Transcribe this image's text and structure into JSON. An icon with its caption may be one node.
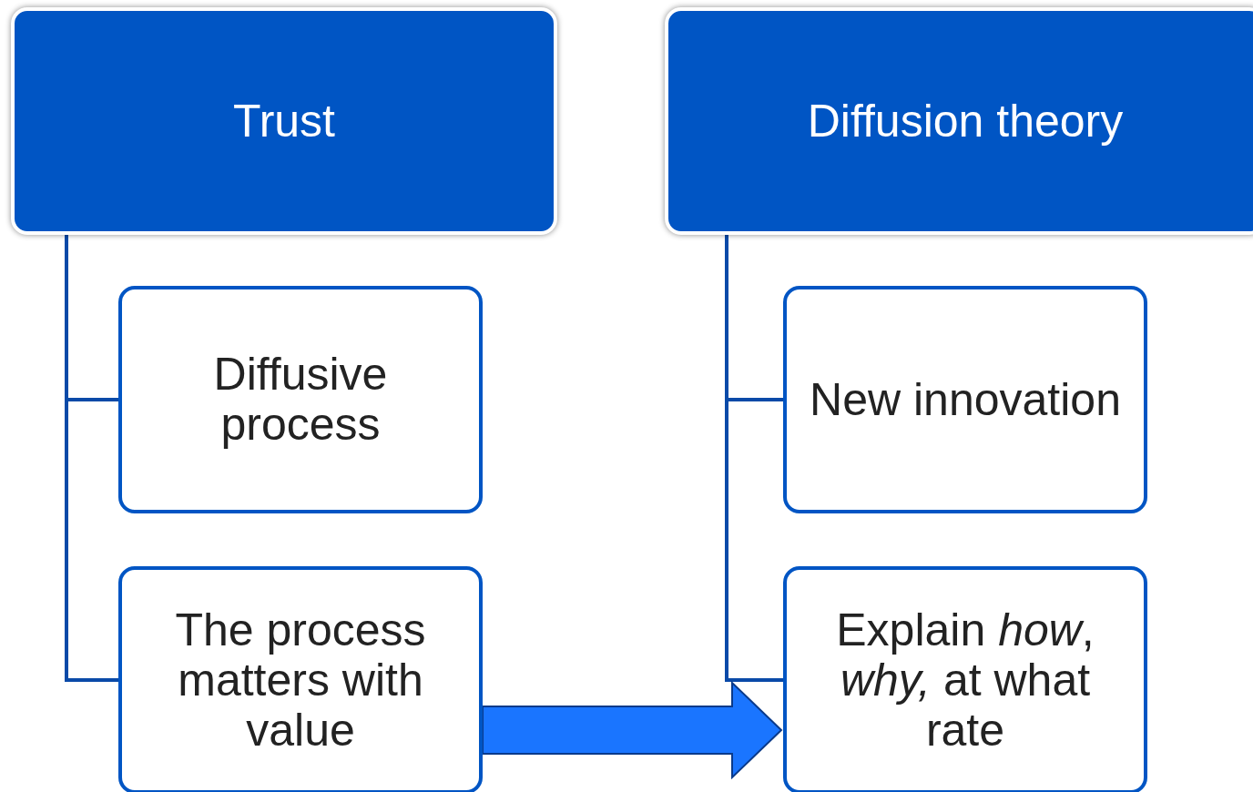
{
  "diagram": {
    "nodes": [
      {
        "text": [
          "Trust"
        ]
      },
      {
        "text": [
          "Diffusive process"
        ]
      },
      {
        "text": [
          "The process matters with value"
        ]
      },
      {
        "text": [
          "Diffusion theory"
        ]
      },
      {
        "text": [
          "New innovation"
        ]
      },
      {
        "text": [
          "Explain *how*, *why,* at what rate"
        ]
      }
    ],
    "edges": [
      {
        "from": 0,
        "to": 1,
        "arrow": "none"
      },
      {
        "from": 0,
        "to": 2,
        "arrow": "none"
      },
      {
        "from": 3,
        "to": 4,
        "arrow": "none"
      },
      {
        "from": 3,
        "to": 5,
        "arrow": "none"
      },
      {
        "from": 2,
        "to": 5,
        "arrow": "to",
        "style": "thick",
        "color": "#1a75ff"
      }
    ]
  }
}
